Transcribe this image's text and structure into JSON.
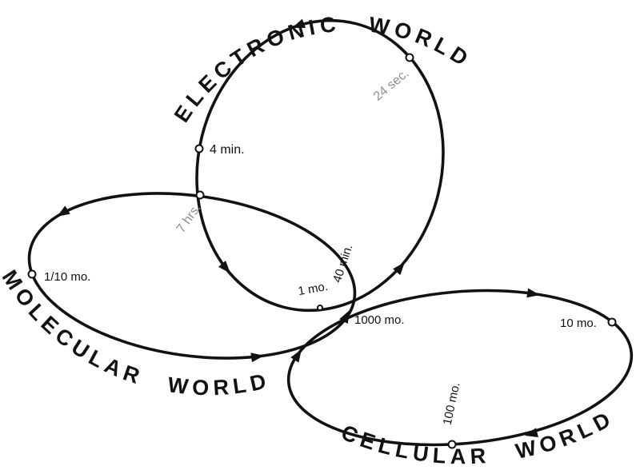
{
  "worlds": {
    "electronic": "ELECTRONIC WORLD",
    "molecular": "MOLECULAR WORLD",
    "cellular": "CELLULAR WORLD"
  },
  "labels": {
    "sec24": "24 sec.",
    "min4": "4 min.",
    "hrs7": "7 hrs.",
    "min40": "40 min.",
    "mo1": "1 mo.",
    "mo1000": "1000 mo.",
    "mo_tenth": "1/10 mo.",
    "mo10": "10 mo.",
    "mo100": "100 mo."
  },
  "colors": {
    "ink": "#121212",
    "faded": "#8f8f8f",
    "background": "#ffffff"
  }
}
